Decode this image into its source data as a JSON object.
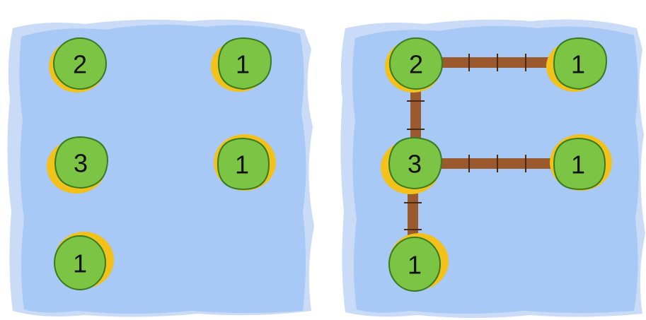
{
  "puzzle": {
    "panels": [
      {
        "role": "puzzle",
        "islands": [
          {
            "clue": "2"
          },
          {
            "clue": "1"
          },
          {
            "clue": "3"
          },
          {
            "clue": "1"
          },
          {
            "clue": "1"
          }
        ]
      },
      {
        "role": "solution",
        "islands": [
          {
            "clue": "2"
          },
          {
            "clue": "1"
          },
          {
            "clue": "3"
          },
          {
            "clue": "1"
          },
          {
            "clue": "1"
          }
        ],
        "bridges": [
          {
            "from_island": 0,
            "to_island": 1,
            "count": 1
          },
          {
            "from_island": 0,
            "to_island": 2,
            "count": 1
          },
          {
            "from_island": 2,
            "to_island": 3,
            "count": 1
          },
          {
            "from_island": 2,
            "to_island": 4,
            "count": 1
          }
        ]
      }
    ],
    "colors": {
      "water": "#a8c8f6",
      "water_shadow": "#c9dbf6",
      "island_green": "#7cc444",
      "island_outline": "#3a7a20",
      "sand": "#f2c21b",
      "bridge": "#9b5a2e",
      "bridge_tie": "#4a2a14"
    }
  }
}
